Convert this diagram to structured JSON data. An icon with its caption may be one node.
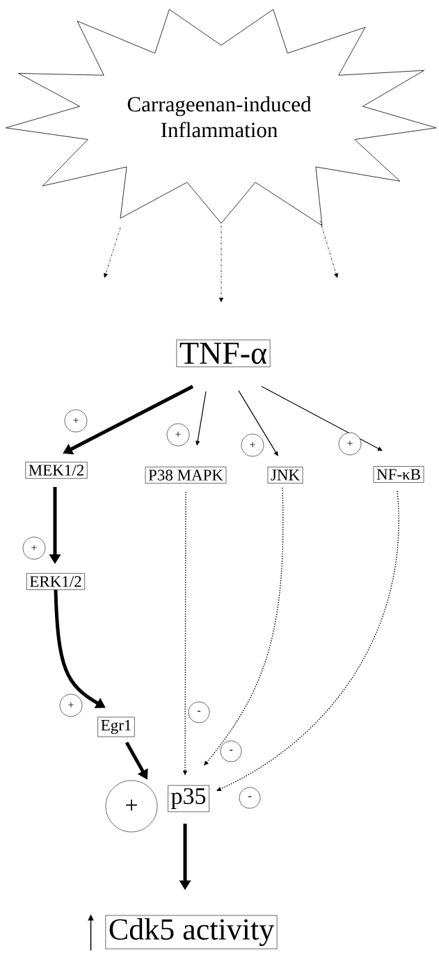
{
  "diagram": {
    "nodes": [
      {
        "text": [
          "Carrageenan-induced Inflammation"
        ]
      },
      {
        "text": [
          "TNF-α"
        ]
      },
      {
        "text": [
          "MEK1/2"
        ]
      },
      {
        "text": [
          "P38 MAPK"
        ]
      },
      {
        "text": [
          "JNK"
        ]
      },
      {
        "text": [
          "NF-κB"
        ]
      },
      {
        "text": [
          "ERK1/2"
        ]
      },
      {
        "text": [
          "Egr1"
        ]
      },
      {
        "text": [
          "p35"
        ]
      },
      {
        "text": [
          "Cdk5 activity"
        ]
      }
    ],
    "edges": [
      {
        "from": 0,
        "to": null,
        "arrow": "to",
        "style": "dashed"
      },
      {
        "from": 0,
        "to": null,
        "arrow": "to",
        "style": "dashed"
      },
      {
        "from": 0,
        "to": null,
        "arrow": "to",
        "style": "dashed"
      },
      {
        "from": 1,
        "to": 2,
        "arrow": "to",
        "style": "thick",
        "label": "+"
      },
      {
        "from": 1,
        "to": 3,
        "arrow": "to",
        "label": "+"
      },
      {
        "from": 1,
        "to": 4,
        "arrow": "to",
        "label": "+"
      },
      {
        "from": 1,
        "to": 5,
        "arrow": "to",
        "label": "+"
      },
      {
        "from": 2,
        "to": 6,
        "arrow": "to",
        "style": "thick",
        "label": "+"
      },
      {
        "from": 6,
        "to": 7,
        "arrow": "to",
        "style": "thick",
        "label": "+"
      },
      {
        "from": 7,
        "to": 8,
        "arrow": "to",
        "style": "thick",
        "label": "+"
      },
      {
        "from": 3,
        "to": 8,
        "arrow": "to",
        "style": "dashed",
        "label": "-"
      },
      {
        "from": 4,
        "to": 8,
        "arrow": "to",
        "style": "dashed",
        "label": "-"
      },
      {
        "from": 5,
        "to": 8,
        "arrow": "to",
        "style": "dashed",
        "label": "-"
      },
      {
        "from": 8,
        "to": 9,
        "arrow": "to",
        "style": "thick"
      }
    ]
  }
}
